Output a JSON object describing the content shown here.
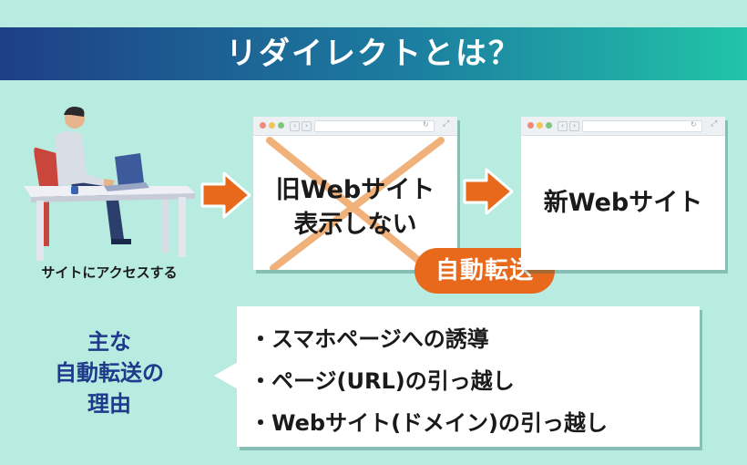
{
  "title": "リダイレクトとは？",
  "person": {
    "caption": "サイトにアクセスする"
  },
  "old_site": {
    "line1": "旧Webサイト",
    "line2": "表示しない"
  },
  "new_site": {
    "label": "新Webサイト"
  },
  "badge": {
    "label": "自動転送"
  },
  "reasons": {
    "title_lines": [
      "主な",
      "自動転送の",
      "理由"
    ],
    "items": [
      "・スマホページへの誘導",
      "・ページ(URL)の引っ越し",
      "・Webサイト(ドメイン)の引っ越し"
    ]
  },
  "colors": {
    "background": "#b8ece0",
    "banner_start": "#1e3f86",
    "banner_end": "#21c4a8",
    "arrow": "#e8691c",
    "badge": "#e8691c",
    "cross": "#f0b27a",
    "reasons_title": "#1f3a8a"
  },
  "icons": [
    "person-at-desk-illustration",
    "right-arrow-icon",
    "cross-mark-icon",
    "browser-window-icon"
  ]
}
